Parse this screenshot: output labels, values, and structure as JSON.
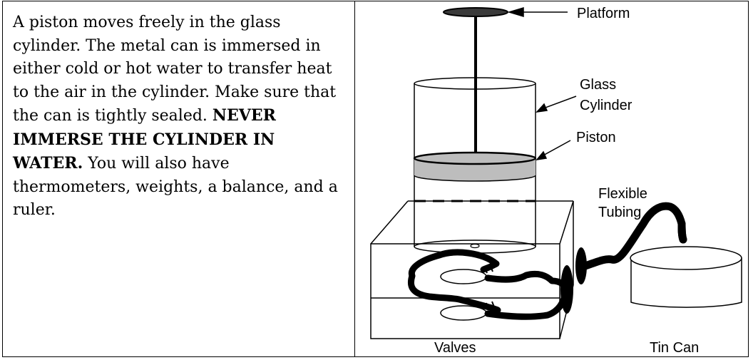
{
  "description": {
    "text_part1": "A piston moves freely in the glass cylinder.  The metal can is immersed in either cold or hot water to transfer heat to the air in the cylinder.  Make sure that the can is tightly sealed. ",
    "warning": "NEVER IMMERSE THE CYLINDER IN WATER.",
    "text_part2": "  You will also have thermometers, weights, a balance, and a ruler."
  },
  "diagram": {
    "labels": {
      "platform": "Platform",
      "glass_cylinder_line1": "Glass",
      "glass_cylinder_line2": "Cylinder",
      "piston": "Piston",
      "flexible_tubing_line1": "Flexible",
      "flexible_tubing_line2": "Tubing",
      "valves": "Valves",
      "tin_can": "Tin Can"
    }
  }
}
